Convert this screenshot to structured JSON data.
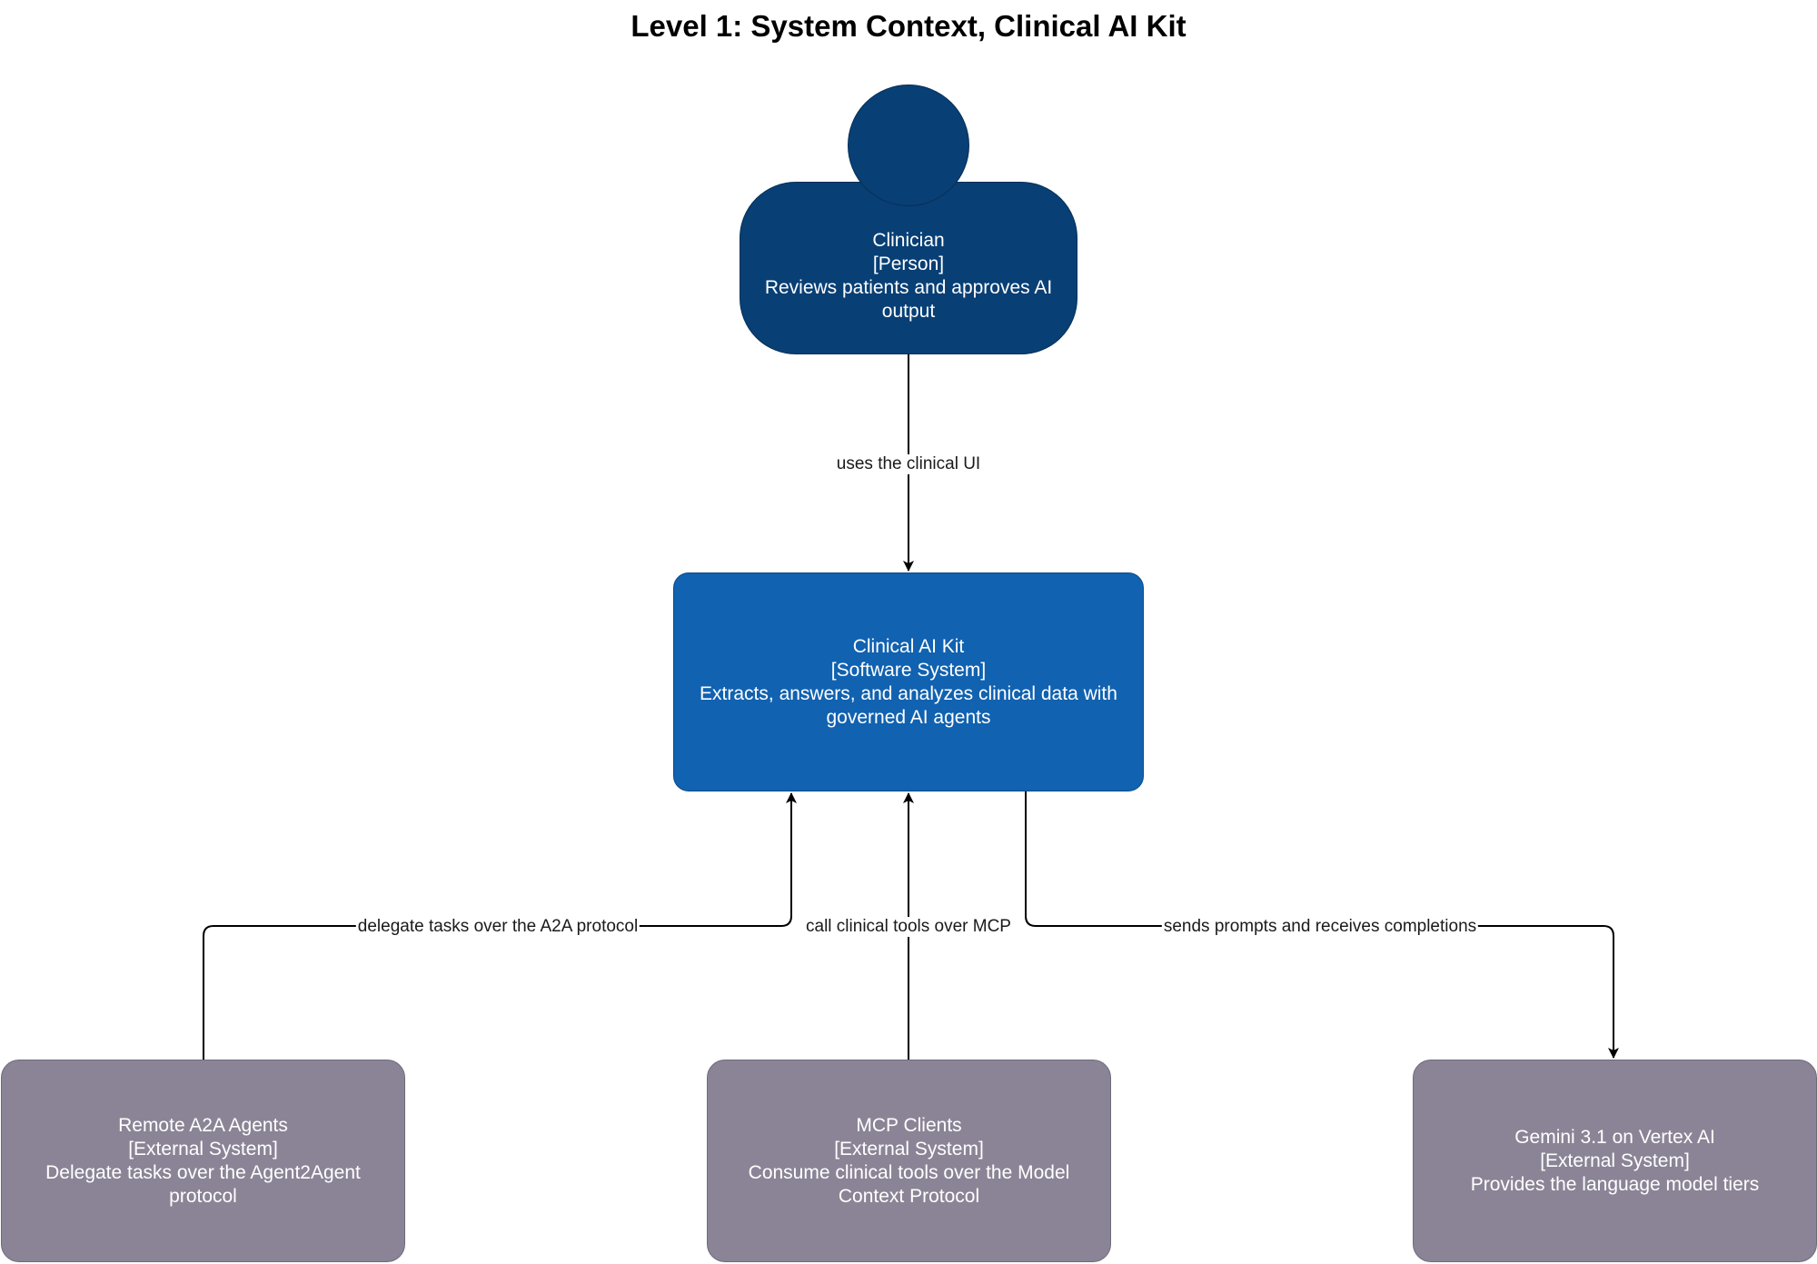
{
  "title": "Level 1: System Context, Clinical AI Kit",
  "colors": {
    "person": "#083f75",
    "software_system": "#1162b0",
    "external_system": "#8b8496",
    "edge": "#000000"
  },
  "nodes": {
    "clinician": {
      "name": "Clinician",
      "type": "[Person]",
      "description": "Reviews patients and approves AI output"
    },
    "clinical_ai_kit": {
      "name": "Clinical AI Kit",
      "type": "[Software System]",
      "description": "Extracts, answers, and analyzes clinical data with governed AI agents"
    },
    "remote_a2a": {
      "name": "Remote A2A Agents",
      "type": "[External System]",
      "description": "Delegate tasks over the Agent2Agent protocol"
    },
    "mcp_clients": {
      "name": "MCP Clients",
      "type": "[External System]",
      "description": "Consume clinical tools over the Model Context Protocol"
    },
    "gemini": {
      "name": "Gemini 3.1 on Vertex AI",
      "type": "[External System]",
      "description": "Provides the language model tiers"
    }
  },
  "edges": {
    "uses_ui": "uses the clinical UI",
    "a2a": "delegate tasks over the A2A protocol",
    "mcp": "call clinical tools over MCP",
    "gemini": "sends prompts and receives completions"
  }
}
